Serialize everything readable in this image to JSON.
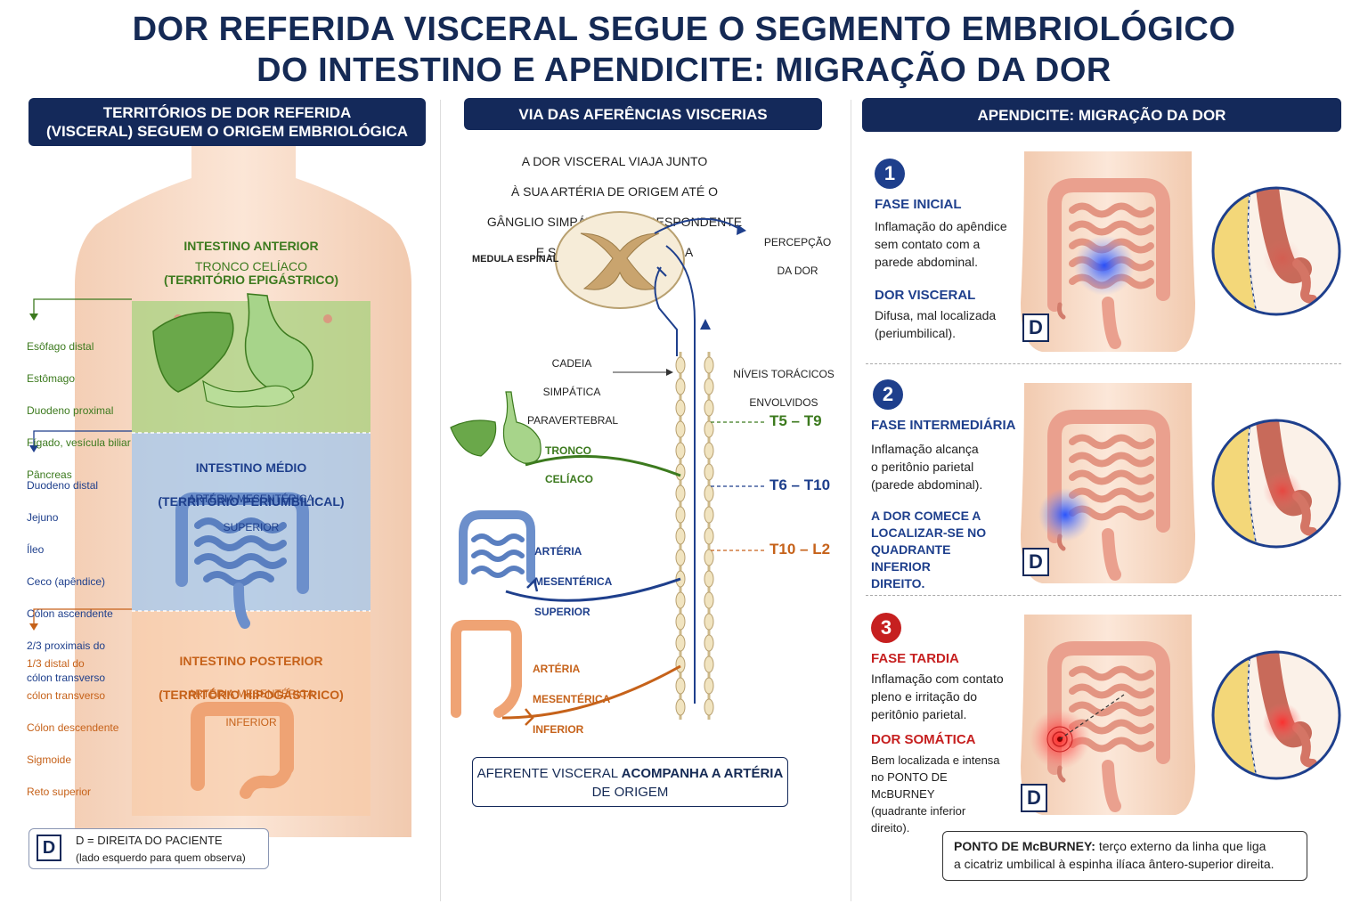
{
  "title": {
    "line1": "DOR REFERIDA VISCERAL SEGUE O SEGMENTO EMBRIOLÓGICO",
    "line2": "DO INTESTINO E APENDICITE: MIGRAÇÃO DA DOR"
  },
  "left": {
    "header_line1": "TERRITÓRIOS DE DOR REFERIDA",
    "header_line2": "(VISCERAL) SEGUEM O ORIGEM EMBRIOLÓGICA",
    "anterior": {
      "name": "INTESTINO ANTERIOR",
      "territory": "(TERRITÓRIO EPIGÁSTRICO)",
      "artery": "TRONCO CELÍACO",
      "organs": [
        "Esôfago distal",
        "Estômago",
        "Duodeno proximal",
        "Fígado, vesícula biliar",
        "Pâncreas"
      ]
    },
    "medio": {
      "name": "INTESTINO MÉDIO",
      "territory": "(TERRITÓRIO PERIUMBILICAL)",
      "artery_line1": "ARTÉRIA MESENTÉRICA",
      "artery_line2": "SUPERIOR",
      "organs": [
        "Duodeno distal",
        "Jejuno",
        "Íleo",
        "Ceco (apêndice)",
        "Cólon ascendente",
        "2/3 proximais do",
        "cólon transverso"
      ]
    },
    "posterior": {
      "name": "INTESTINO POSTERIOR",
      "territory": "(TERRITÓRIO HIPOGÁSTRICO)",
      "artery_line1": "ARTÉRIA MESENTÉRICA",
      "artery_line2": "INFERIOR",
      "organs": [
        "1/3 distal do",
        "cólon transverso",
        "Cólon descendente",
        "Sigmoide",
        "Reto superior"
      ]
    },
    "legend_letter": "D",
    "legend_line1": "D = DIREITA DO PACIENTE",
    "legend_line2": "(lado esquerdo para quem observa)"
  },
  "middle": {
    "header": "VIA DAS AFERÊNCIAS VISCERIAS",
    "intro": [
      "A DOR VISCERAL VIAJA JUNTO",
      "À SUA ARTÉRIA DE ORIGEM ATÉ O",
      "GÂNGLIO SIMPÁTICO CORRESPONDENTE",
      "E SEGUE PARA A MEDULA"
    ],
    "medula": "MEDULA ESPINAL",
    "percepcao_line1": "PERCEPÇÃO",
    "percepcao_line2": "DA DOR",
    "cadeia": [
      "CADEIA",
      "SIMPÁTICA",
      "PARAVERTEBRAL"
    ],
    "niveis": [
      "NÍVEIS TORÁCICOS",
      "ENVOLVIDOS"
    ],
    "level1": "T5 – T9",
    "level2": "T6 – T10",
    "level3": "T10 – L2",
    "tronco": [
      "TRONCO",
      "CELÍACO"
    ],
    "ams": [
      "ARTÉRIA",
      "MESENTÉRICA",
      "SUPERIOR"
    ],
    "ami": [
      "ARTÉRIA",
      "MESENTÉRICA",
      "INFERIOR"
    ],
    "note_normal": "AFERENTE VISCERAL ",
    "note_bold": "ACOMPANHA A ARTÉRIA",
    "note_line2": "DE ORIGEM"
  },
  "right": {
    "header": "APENDICITE: MIGRAÇÃO DA DOR",
    "d_letter": "D",
    "phase1": {
      "number": "1",
      "title": "FASE INICIAL",
      "text": "Inflamação do apêndice\nsem contato com a\nparede abdominal.",
      "subtitle": "DOR VISCERAL",
      "subtext": "Difusa, mal localizada\n(periumbilical)."
    },
    "phase2": {
      "number": "2",
      "title": "FASE INTERMEDIÁRIA",
      "text": "Inflamação alcança\no peritônio parietal\n(parede abdominal).",
      "subtitle": "A DOR COMECE A\nLOCALIZAR-SE NO\nQUADRANTE INFERIOR\nDIREITO."
    },
    "phase3": {
      "number": "3",
      "title": "FASE TARDIA",
      "text": "Inflamação com contato\npleno e irritação do\nperitônio parietal.",
      "subtitle": "DOR SOMÁTICA",
      "subtext": "Bem localizada e intensa\nno PONTO DE McBURNEY\n(quadrante inferior\ndireito)."
    },
    "mcburney_bold": "PONTO DE McBURNEY:",
    "mcburney_text": " terço externo da linha que liga",
    "mcburney_line2": "a cicatriz umbilical à espinha ilíaca ântero-superior direita."
  },
  "colors": {
    "navy": "#14295a",
    "foregut": "#3c7a1e",
    "midgut": "#1e3f8c",
    "hindgut": "#c6621a",
    "somatic": "#c62020"
  }
}
